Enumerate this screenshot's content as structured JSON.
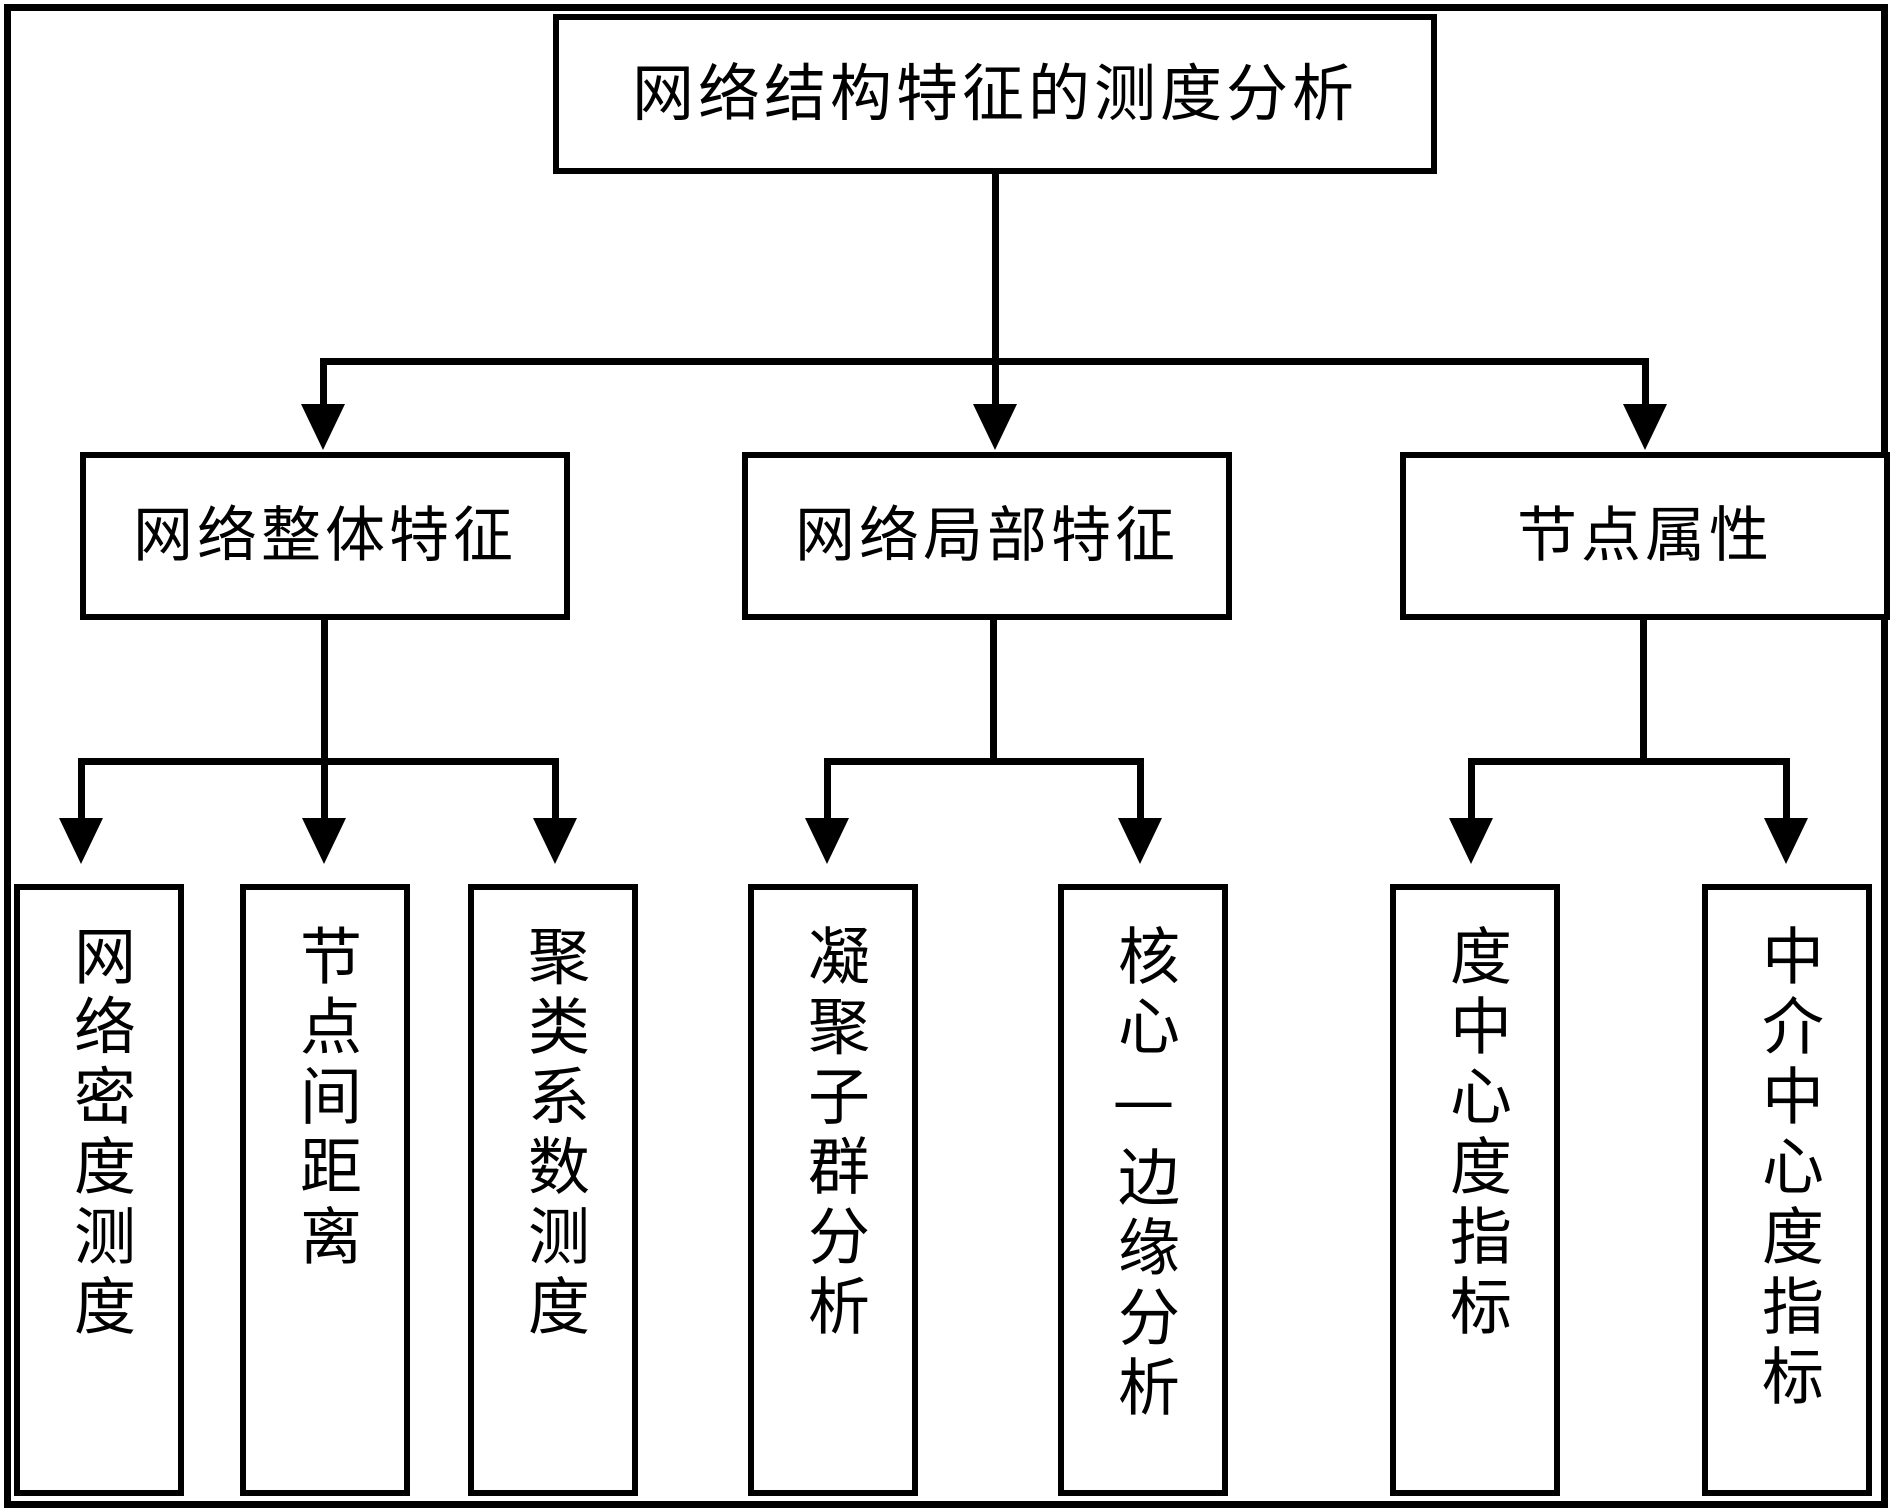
{
  "diagram": {
    "title": "网络结构特征的测度分析",
    "type": "hierarchy-tree",
    "background_color": "#ffffff",
    "line_color": "#000000",
    "text_color": "#000000",
    "root": {
      "label": "网络结构特征的测度分析"
    },
    "level2": [
      {
        "label": "网络整体特征"
      },
      {
        "label": "网络局部特征"
      },
      {
        "label": "节点属性"
      }
    ],
    "level3": [
      {
        "label": "网络密度测度",
        "parent": "网络整体特征"
      },
      {
        "label": "节点间距离",
        "parent": "网络整体特征"
      },
      {
        "label": "聚类系数测度",
        "parent": "网络整体特征"
      },
      {
        "label": "凝聚子群分析",
        "parent": "网络局部特征"
      },
      {
        "label": "核心—边缘分析",
        "parent": "网络局部特征"
      },
      {
        "label": "度中心度指标",
        "parent": "节点属性"
      },
      {
        "label": "中介中心度指标",
        "parent": "节点属性"
      }
    ]
  }
}
